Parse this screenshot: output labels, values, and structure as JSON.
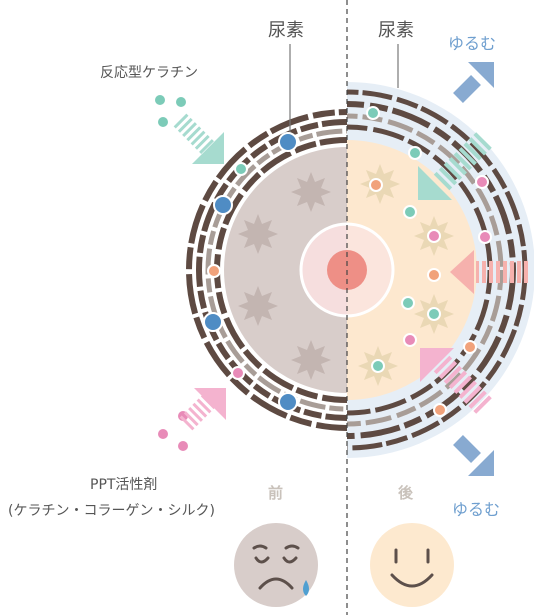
{
  "labels": {
    "urea_left": "尿素",
    "urea_right": "尿素",
    "reactive_keratin": "反応型ケラチン",
    "ppt_title": "PPT活性剤",
    "ppt_detail": "(ケラチン・コラーゲン・シルク)",
    "loosen_top": "ゆるむ",
    "loosen_bottom": "ゆるむ",
    "before": "前",
    "after": "後"
  },
  "colors": {
    "cuticle_dark": "#5e4a42",
    "cuticle_light": "#a89d97",
    "cortex_before": "#d8cdca",
    "cortex_after": "#fde8cf",
    "halo": "#e6eef6",
    "dot_blue": "#4f8cc4",
    "dot_teal": "#7ccbb8",
    "dot_pink": "#e88bb8",
    "dot_salmon": "#f1a27b",
    "arrow_mint": "#a6dbcf",
    "arrow_pink": "#f4b3cf",
    "arrow_salmon": "#f6b1ad",
    "arrow_blue": "#88aad1",
    "accent_text": "#6f9fcf",
    "face_before": "#d8cdca",
    "face_after": "#fde9cf"
  },
  "icons": {
    "sad_face": "crying-face-icon",
    "happy_face": "smiling-face-icon"
  }
}
